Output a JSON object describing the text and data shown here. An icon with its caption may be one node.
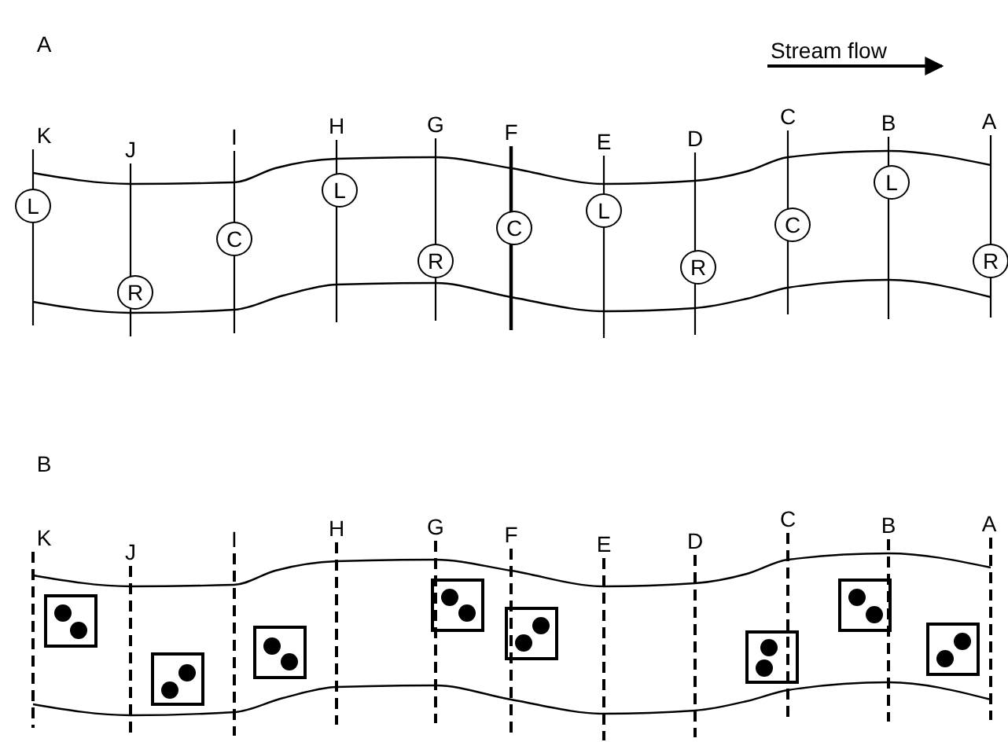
{
  "diagram": {
    "nodes": [
      {
        "text": [
          "L"
        ]
      },
      {
        "text": [
          "R"
        ]
      },
      {
        "text": [
          "C"
        ]
      },
      {
        "text": [
          "L"
        ]
      },
      {
        "text": [
          "R"
        ]
      },
      {
        "text": [
          "C"
        ]
      },
      {
        "text": [
          "L"
        ]
      },
      {
        "text": [
          "R"
        ]
      },
      {
        "text": [
          "C"
        ]
      },
      {
        "text": [
          "L"
        ]
      },
      {
        "text": [
          "R"
        ]
      },
      {
        "text": [],
        "shape": "box"
      },
      {
        "text": [],
        "shape": "box"
      },
      {
        "text": [],
        "shape": "box"
      },
      {
        "text": [],
        "shape": "box"
      },
      {
        "text": [],
        "shape": "box"
      },
      {
        "text": [],
        "shape": "box"
      },
      {
        "text": [],
        "shape": "box"
      },
      {
        "text": [],
        "shape": "box"
      }
    ],
    "labels": [
      "A",
      "Stream flow",
      "K",
      "J",
      "I",
      "H",
      "G",
      "F",
      "E",
      "D",
      "C",
      "B",
      "A",
      "B",
      "K",
      "J",
      "I",
      "H",
      "G",
      "F",
      "E",
      "D",
      "C",
      "B",
      "A"
    ]
  }
}
